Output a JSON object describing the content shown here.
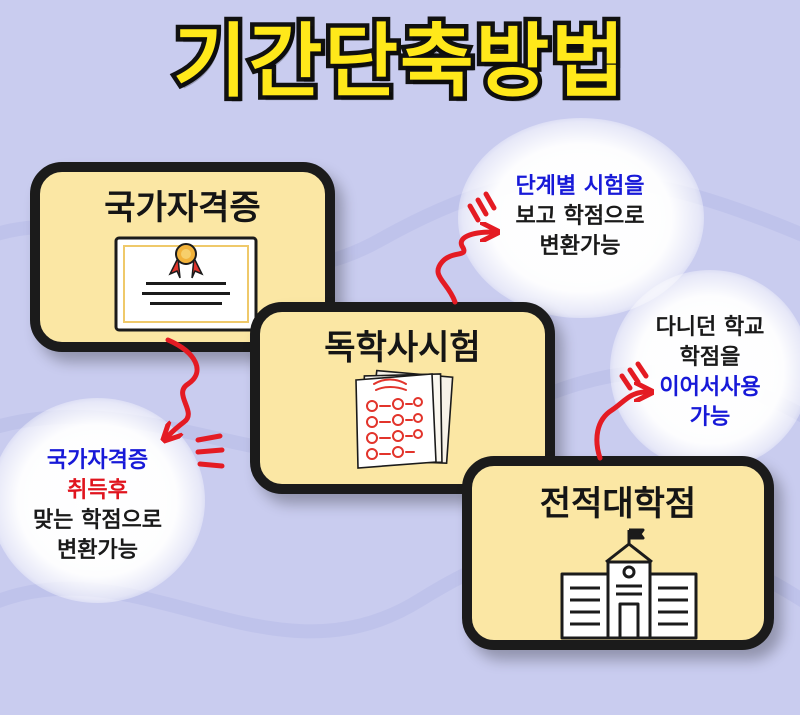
{
  "title": "기간단축방법",
  "cards": {
    "cert": {
      "label": "국가자격증"
    },
    "bachelor": {
      "label": "독학사시험"
    },
    "transfer": {
      "label": "전적대학점"
    }
  },
  "notes": {
    "bachelor": {
      "line1": "단계별 시험을",
      "line2": "보고 학점으로",
      "line3": "변환가능"
    },
    "transfer": {
      "line1": "다니던 학교",
      "line2": "학점을",
      "line3": "이어서사용",
      "line4": "가능"
    },
    "cert": {
      "line1": "국가자격증",
      "line2": "취득후",
      "line3": "맞는 학점으로",
      "line4": "변환가능"
    }
  },
  "colors": {
    "background": "#c9ccef",
    "title_fill": "#ffe81a",
    "card_fill": "#fbe7a4",
    "card_border": "#1b1b1b",
    "arrow": "#e41b23",
    "highlight_blue": "#1719d8",
    "highlight_red": "#e0141e"
  },
  "icons": {
    "cert": "certificate-with-medal-icon",
    "bachelor": "graded-exam-papers-icon",
    "transfer": "university-building-icon"
  }
}
